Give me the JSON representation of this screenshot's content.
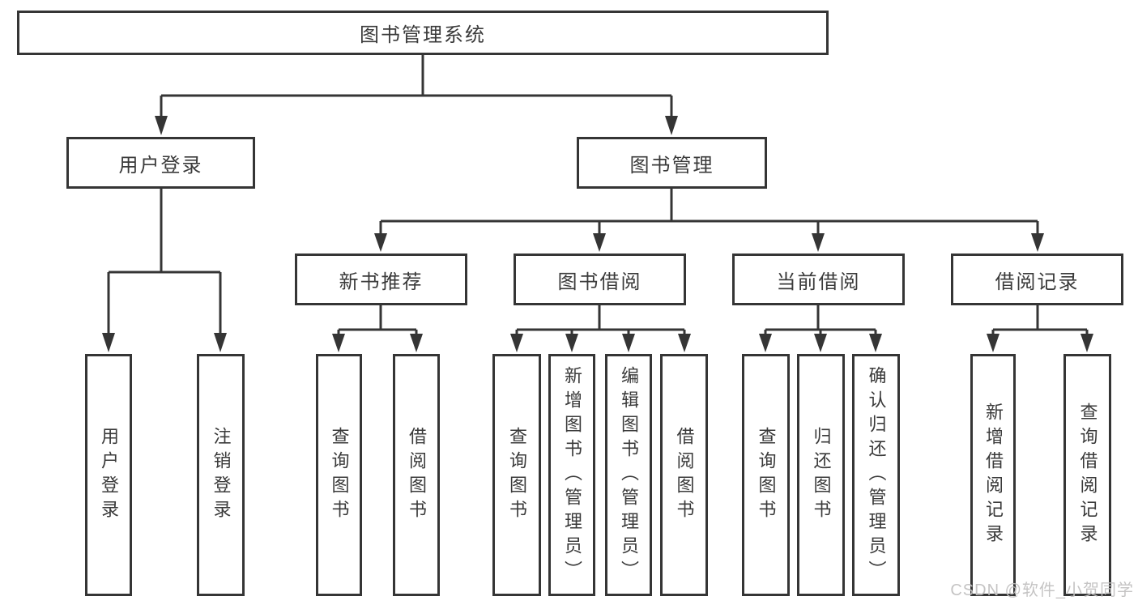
{
  "tree": {
    "root": {
      "label": "图书管理系统"
    },
    "branches": [
      {
        "label": "用户登录",
        "children": [
          {
            "label": "用户登录"
          },
          {
            "label": "注销登录"
          }
        ]
      },
      {
        "label": "图书管理",
        "children": [
          {
            "label": "新书推荐",
            "children": [
              {
                "label": "查询图书"
              },
              {
                "label": "借阅图书"
              }
            ]
          },
          {
            "label": "图书借阅",
            "children": [
              {
                "label": "查询图书"
              },
              {
                "label": "新增图书（管理员）"
              },
              {
                "label": "编辑图书（管理员）"
              },
              {
                "label": "借阅图书"
              }
            ]
          },
          {
            "label": "当前借阅",
            "children": [
              {
                "label": "查询图书"
              },
              {
                "label": "归还图书"
              },
              {
                "label": "确认归还（管理员）"
              }
            ]
          },
          {
            "label": "借阅记录",
            "children": [
              {
                "label": "新增借阅记录"
              },
              {
                "label": "查询借阅记录"
              }
            ]
          }
        ]
      }
    ]
  },
  "watermark": "CSDN @软件_小贺同学",
  "colors": {
    "line": "#353535",
    "text": "#3a3a3a",
    "watermark": "#c2c1c1",
    "background": "#ffffff"
  }
}
